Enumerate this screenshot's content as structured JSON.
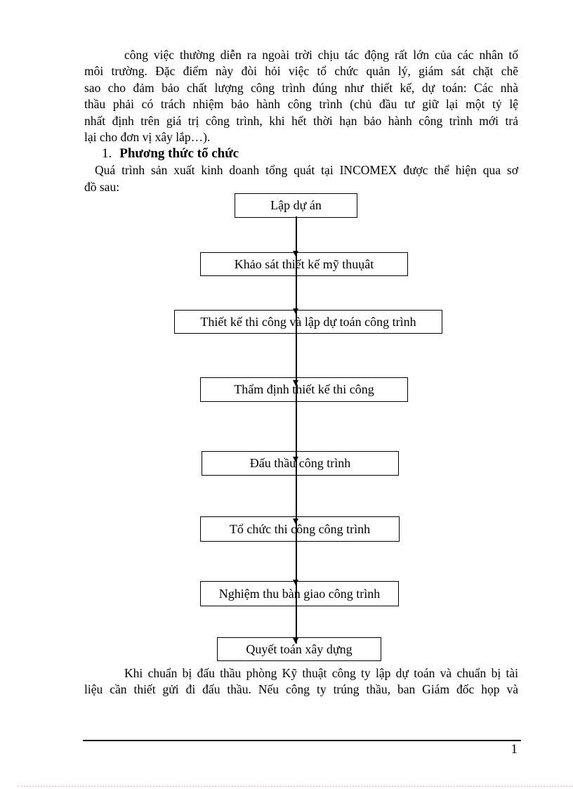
{
  "paragraph1": {
    "lines": [
      "công việc thường diễn ra ngoài trời chịu tác động rất lớn của các nhân tố",
      "môi trường. Đặc điểm này đòi hỏi việc tổ chức quản lý, giám sát chặt chẽ",
      "sao cho đảm bảo chất lượng công trình đúng như thiết kế, dự toán: Các nhà",
      "thầu phải có trách nhiệm bảo hành công trình (chủ đầu tư giữ lại một tỷ lệ",
      "nhất định trên giá trị công trình, khi hết thời hạn bảo hành công trình mới trả",
      "lại cho đơn vị xây lắp…)."
    ]
  },
  "heading": {
    "number": "1.",
    "text": "Phương thức tổ chức"
  },
  "paragraph2": {
    "lines": [
      "Quá trình sản xuất kinh doanh tổng quát tại INCOMEX được thể hiện qua sơ",
      "đồ sau:"
    ]
  },
  "flowchart": {
    "boxes": [
      {
        "label": "Lập dự án"
      },
      {
        "label": "Khảo sát thiết kế mỹ thuụât"
      },
      {
        "label": "Thiết kế thi công và lập dự toán công trình"
      },
      {
        "label": "Thẩm định thiết kế thi công"
      },
      {
        "label": "Đấu thầu công trình"
      },
      {
        "label": "Tổ chức thi công công trình"
      },
      {
        "label": "Nghiệm thu bàn giao công trình"
      },
      {
        "label": "Quyết toán xây dựng"
      }
    ]
  },
  "paragraph3": {
    "lines": [
      "Khi chuẩn bị đấu thầu phòng Kỹ thuật công ty lập dự toán và chuẩn bị tài",
      "liệu cần thiết gửi đi đấu thầu. Nếu công ty trúng thầu, ban Giám đốc họp và"
    ]
  },
  "footer": {
    "page_number": "1"
  },
  "colors": {
    "text": "#000000",
    "box_border": "#000000",
    "boundary_pink": "#f6cadf"
  }
}
